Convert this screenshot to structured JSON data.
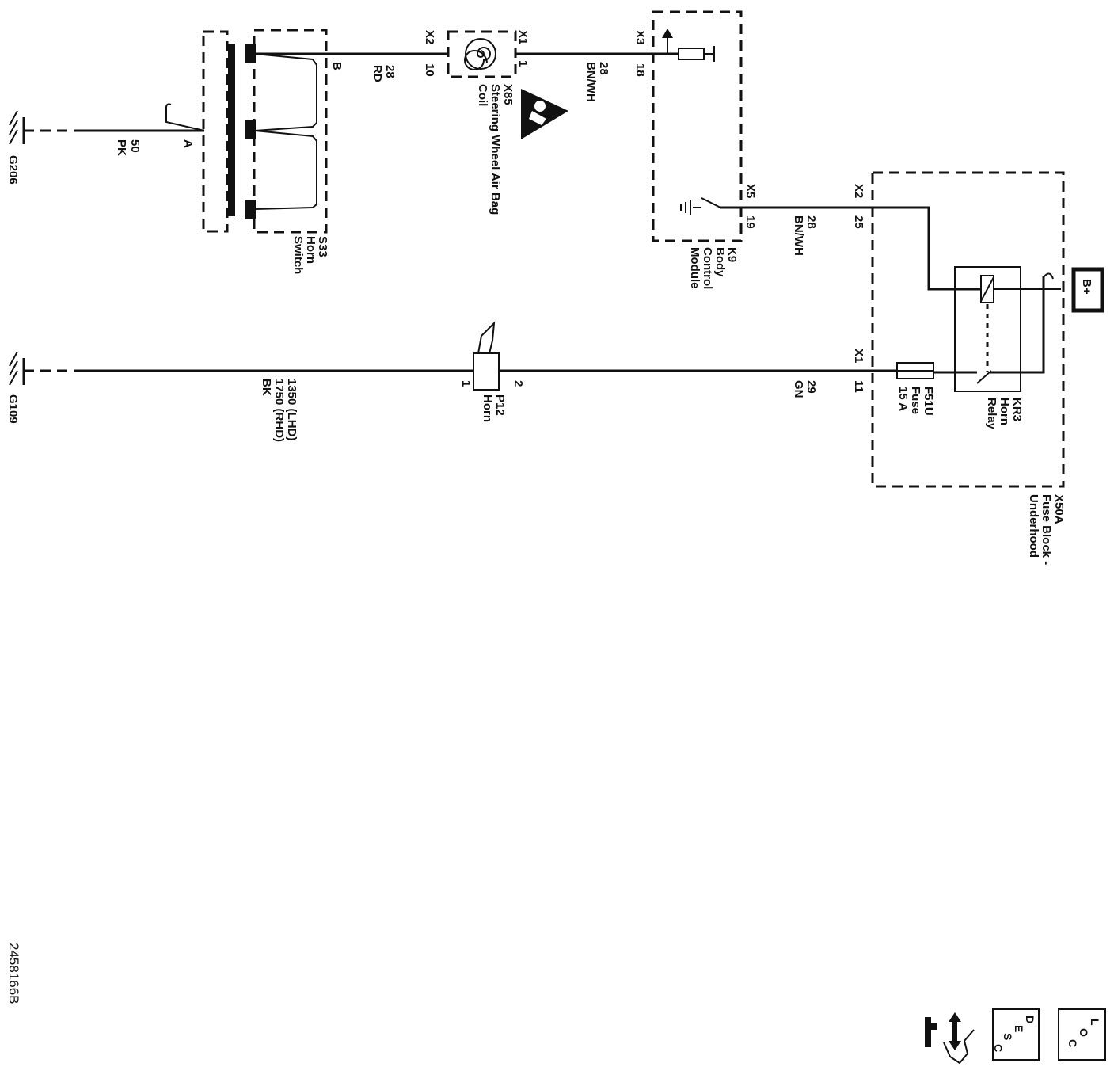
{
  "grounds": [
    {
      "name": "G206"
    },
    {
      "name": "G109"
    }
  ],
  "horn_switch": {
    "ref": "S33",
    "name_line1": "Horn",
    "name_line2": "Switch",
    "pin_a": "A",
    "pin_b": "B"
  },
  "coil": {
    "ref": "X85",
    "name_line1": "Steering Wheel Air Bag",
    "name_line2": "Coil",
    "connector_in": "X2",
    "pin_in": "10",
    "connector_out": "X1",
    "pin_out": "1"
  },
  "bcm": {
    "ref": "K9",
    "name_line1": "Body",
    "name_line2": "Control",
    "name_line3": "Module",
    "connector_top": "X3",
    "pin_top": "18",
    "connector_mid": "X5",
    "pin_mid": "19"
  },
  "fuse_block": {
    "ref": "X50A",
    "name_line1": "Fuse Block -",
    "name_line2": "Underhood",
    "connector_relay": "X2",
    "pin_relay": "25",
    "connector_fuse": "X1",
    "pin_fuse": "11"
  },
  "relay": {
    "ref": "KR3",
    "name_line1": "Horn",
    "name_line2": "Relay"
  },
  "fuse": {
    "ref": "F51U",
    "name_line1": "Fuse",
    "rating": "15 A"
  },
  "horn": {
    "ref": "P12",
    "name": "Horn",
    "pin_1": "1",
    "pin_2": "2"
  },
  "power": {
    "label": "B+"
  },
  "wires": [
    {
      "circuit": "50",
      "color": "PK"
    },
    {
      "circuit": "28",
      "color": "RD"
    },
    {
      "circuit": "28",
      "color": "BN/WH"
    },
    {
      "circuit": "28",
      "color": "BN/WH"
    },
    {
      "circuit_line1": "1350 (LHD)",
      "circuit_line2": "1750 (RHD)",
      "color": "BK"
    },
    {
      "circuit": "29",
      "color": "GN"
    }
  ],
  "figure_id": "2458166B",
  "nav_boxes": {
    "desc": [
      "D",
      "E",
      "S",
      "C"
    ],
    "loc": [
      "L",
      "O",
      "C"
    ]
  }
}
